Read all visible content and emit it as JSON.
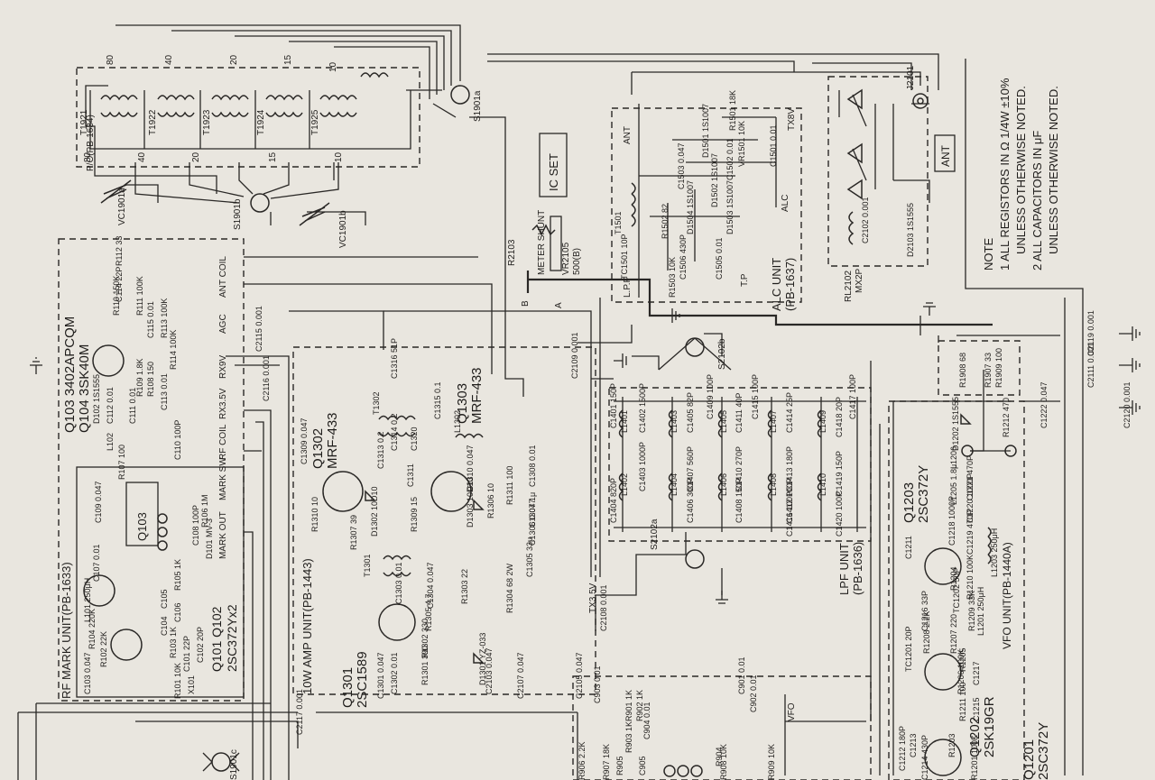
{
  "notes": {
    "title": "NOTE",
    "line1": "1 ALL REGISTORS IN Ω 1/4W ±10%",
    "line2": "UNLESS OTHERWISE NOTED.",
    "line3": "2 ALL CAPACITORS IN μF",
    "line4": "UNLESS OTHERWISE NOTED."
  },
  "units": {
    "po": "P/O(PB-1634)",
    "rf_mark": "RF MARK UNIT(PB-1633)",
    "amp": "10W AMP UNIT(PB-1443)",
    "alc": "ALC UNIT",
    "alc_pb": "(PB-1637)",
    "lpf": "LPF UNIT",
    "lpf_pb": "(PB-1636)",
    "vfo": "VFO UNIT(PB-1440A)"
  },
  "transistors": {
    "q103": "Q103 3402APCQM",
    "q104": "Q104 3SK40M",
    "q101_102": "Q101 Q102",
    "q101_102_type": "2SC372Yx2",
    "q103_box": "Q103",
    "q302": "Q1302",
    "q302_type": "MRF-433",
    "q303": "Q1303",
    "q303_type": "MRF-433",
    "q301": "Q1301",
    "q301_type": "2SC1589",
    "q203": "Q1203",
    "q203_type": "2SC372Y",
    "q202": "Q1202",
    "q202_type": "2SK19GR",
    "q201": "Q1201",
    "q201_type": "2SC372Y"
  },
  "labels": {
    "ic_set": "IC SET",
    "ant_box": "ANT",
    "ant": "ANT",
    "alc": "ALC",
    "lpf": "L.P.F",
    "tp": "T.P",
    "meter_shunt": "METER SHUNT",
    "vr2105": "VR2105",
    "vr2105_val": "500(B)",
    "r2103": "R2103",
    "pt_b": "B",
    "pt_a": "A",
    "rl2102": "RL2102",
    "mx2p": "MX2P",
    "j2101": "J2101",
    "s1901a": "S1901a",
    "s1901b": "S1901b",
    "s1901c": "S1901c",
    "vc1901a": "VC1901a",
    "vc1901b": "VC1901b",
    "s2102a": "S2102a",
    "s2102b": "S2102b",
    "vfo": "VFO",
    "txbv": "TX8V",
    "rx9v": "RX9V",
    "rx35v": "RX3.5V",
    "tx35v": "TX3.5V",
    "rf_coil": "RF COIL",
    "mark_sw": "MARK SW",
    "mark_out": "MARK OUT",
    "ant_coil": "ANT COIL",
    "agc": "AGC"
  },
  "bands": [
    "80",
    "40",
    "20",
    "15",
    "10"
  ],
  "transformers": [
    "T1921",
    "T1922",
    "T1923",
    "T1924",
    "T1925"
  ],
  "parts": {
    "c2119": "C2119 0.001",
    "c2111": "C2111 0.001",
    "c2120": "C2120 0.001",
    "c2115": "C2115 0.001",
    "c2116": "C2116 0.001",
    "c2109": "C2109 0.001",
    "c2108": "C2108 0.001",
    "c2117": "C2117 0.001",
    "r1303": "R1303 22",
    "r1304": "R1304 68 2W",
    "r1305": "R1305 4.7",
    "r1302": "R1302 330",
    "r1301": "R1301 390",
    "r1212": "R1212 470",
    "c1222": "C1222 0.047",
    "c1316": "C1316 51P",
    "l1302": "L1302",
    "t1302": "T1302",
    "t1301": "T1301",
    "c1305": "C1305 33μ",
    "r1306": "R1306 10",
    "c1310": "C1310 0.047",
    "r1310": "R1310 10",
    "d1302": "D1302 10D10",
    "d1301": "D1301 YZ-033",
    "d1303": "D1303 10D10",
    "r1311": "R1311 100",
    "r1307": "R1307 39",
    "c1303": "C1303 0.01",
    "c1304": "C1304 0.047",
    "r1309": "R1309 15",
    "l1201": "L1201 250μH",
    "r1201": "R1201 100K",
    "c1214": "C1214 430P",
    "r1210": "R1210 100K",
    "c1220": "C1220 1000P",
    "c1219": "C1219 470P",
    "c1221": "C1221 470P",
    "l1203": "L1203 250μH",
    "tc1202": "TC1202 50P",
    "r1211": "R1211 100",
    "c1212": "C1212 180P",
    "r1209": "R1209 33K",
    "d1202": "D1202 1S1555",
    "r1908": "R1908 68",
    "r1907": "R1907 33",
    "r1909": "R1909 100",
    "r112": "R112 33",
    "c114": "C114 22P",
    "r110": "R110 150K",
    "r111": "R111 100K",
    "c115": "C115 0.01",
    "r113": "R113 100K",
    "r114": "R114 100K",
    "r109": "R109 1.8K",
    "r108": "R108 150",
    "c113": "C113 0.01",
    "d102": "D102 1S1555",
    "c112": "C112 0.01",
    "l102": "L102",
    "c111": "C111 0.01",
    "c110": "C110 100P",
    "r107": "R107 100",
    "c109": "C109 0.047",
    "r106": "R106 1M",
    "c108": "C108 100P",
    "d101": "D101 MV-3",
    "c107": "C107 0.01",
    "l101": "L101 250μH",
    "r105": "R105 1K",
    "r104": "R104 220K",
    "r102": "R102 22K",
    "c103": "C103 0.047",
    "x101": "X101",
    "r1503": "R1503 10K",
    "c1505": "C1505 0.01",
    "c1506": "C1506 430P",
    "r1502": "R1502 82",
    "t1501": "T1501",
    "tc1501": "TC1501 10P",
    "d1504": "D1504 1S1007",
    "d1502": "D1502 1S1007",
    "d1503": "D1503 1S1007",
    "c1503": "C1503 0.047",
    "d1501": "D1501 1S1007",
    "c1502": "C1502 0.01",
    "vr1501": "VR1501 10K",
    "r1501": "R1501 18K",
    "c1501": "C1501 0.01",
    "c2102": "C2102 0.001",
    "d2103": "D2103 1S1555",
    "l1401": "L1401",
    "l1402": "L1402",
    "c1401": "C1401 150P",
    "c1402": "C1402 1500P",
    "c1403": "C1403 1000P",
    "c1404": "C1404 820P",
    "l1403": "L1403",
    "l1404": "L1404",
    "c1405": "C1405 82P",
    "c1407": "C1407 560P",
    "c1406": "C1406 300P",
    "l1405": "L1405",
    "l1406": "L1406",
    "c1411": "C1411 40P",
    "c1410": "C1410 270P",
    "c1408": "C1408 150P",
    "l1407": "L1407",
    "l1408": "L1408",
    "c1414": "C1414 25P",
    "c1413": "C1413 180P",
    "c1412": "C1412 100P",
    "l1409": "L1409",
    "l1410": "L1410",
    "c1418": "C1418 20P",
    "c1419": "C1419 150P",
    "c1420": "C1420 100P",
    "c1417": "C1417 100P",
    "c1415": "C1415 100P",
    "c1416": "C1416 100P",
    "c1409": "C1409 100P",
    "r1208": "R1208 2.2K",
    "r1207": "R1207 220",
    "r1206": "R1206 100K",
    "c1218": "C1218 1000P",
    "c1216": "C1216 33P",
    "l1205": "L1205 1.8μ",
    "l1206": "L1206",
    "c1211": "C1211",
    "c1213": "C1213",
    "c1217": "C1217",
    "c1215": "C1215",
    "tc1201": "TC1201 20P",
    "c1301": "C1301 0.047",
    "c1302": "C1302 0.01",
    "c1309": "C1309 0.047",
    "c1308": "C1308 0.01",
    "c1307": "C1307 1μ",
    "c1306": "C1306 0.047",
    "c1311": "C1311",
    "c1320": "C1320",
    "c1313": "C1313 0.2",
    "c1314": "C1314 0.2",
    "c1315": "C1315 0.1",
    "c2105": "C2105 0.047",
    "c2107": "C2107 0.047",
    "c2103": "C2103 0.047",
    "c902": "C902 0.01",
    "c901": "C901 0.01",
    "c903": "C903 0.01",
    "c904": "C904 0.01",
    "c905": "C905",
    "r901": "R901 1K",
    "r902": "R902 1K",
    "r903": "R903 1K",
    "r904": "R904",
    "r905": "R905",
    "r906": "R906 2.2K",
    "r907": "R907 18K",
    "r908": "R908 10K",
    "r909": "R909 10K",
    "c101": "C101 22P",
    "c102": "C102 20P",
    "c104": "C104",
    "c105": "C105",
    "c106": "C106",
    "r101": "R101 10K",
    "r103": "R103 1K",
    "r1205": "R1205",
    "r1204": "R1204",
    "r1203": "R1203"
  }
}
